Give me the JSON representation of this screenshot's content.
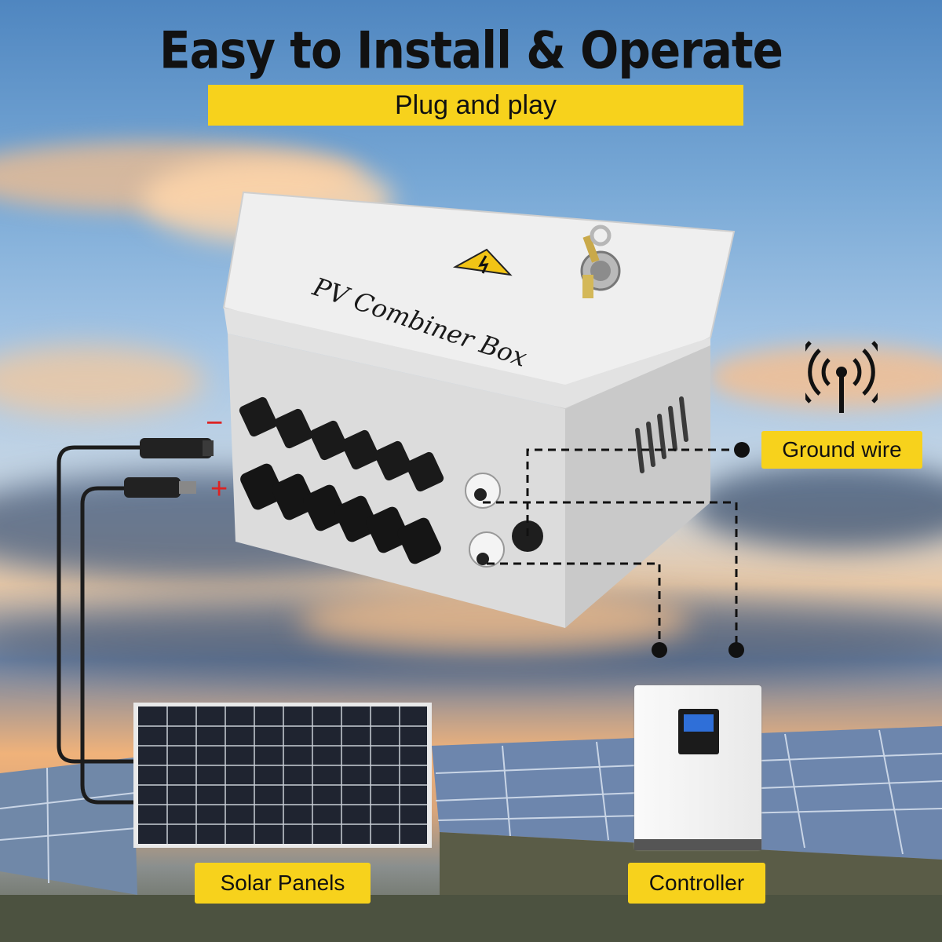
{
  "headline": "Easy to Install & Operate",
  "subtitle": "Plug and play",
  "box_label": "PV Combiner Box",
  "labels": {
    "ground_wire": "Ground wire",
    "solar_panels": "Solar Panels",
    "controller": "Controller",
    "negative": "−",
    "positive": "+"
  },
  "colors": {
    "banner": "#f7d21c",
    "box": "#e6e6e6",
    "polarity": "#d22222",
    "panel_cell": "#1f2430"
  },
  "icons": [
    "warning-icon",
    "key-icon",
    "wifi-signal-icon"
  ]
}
